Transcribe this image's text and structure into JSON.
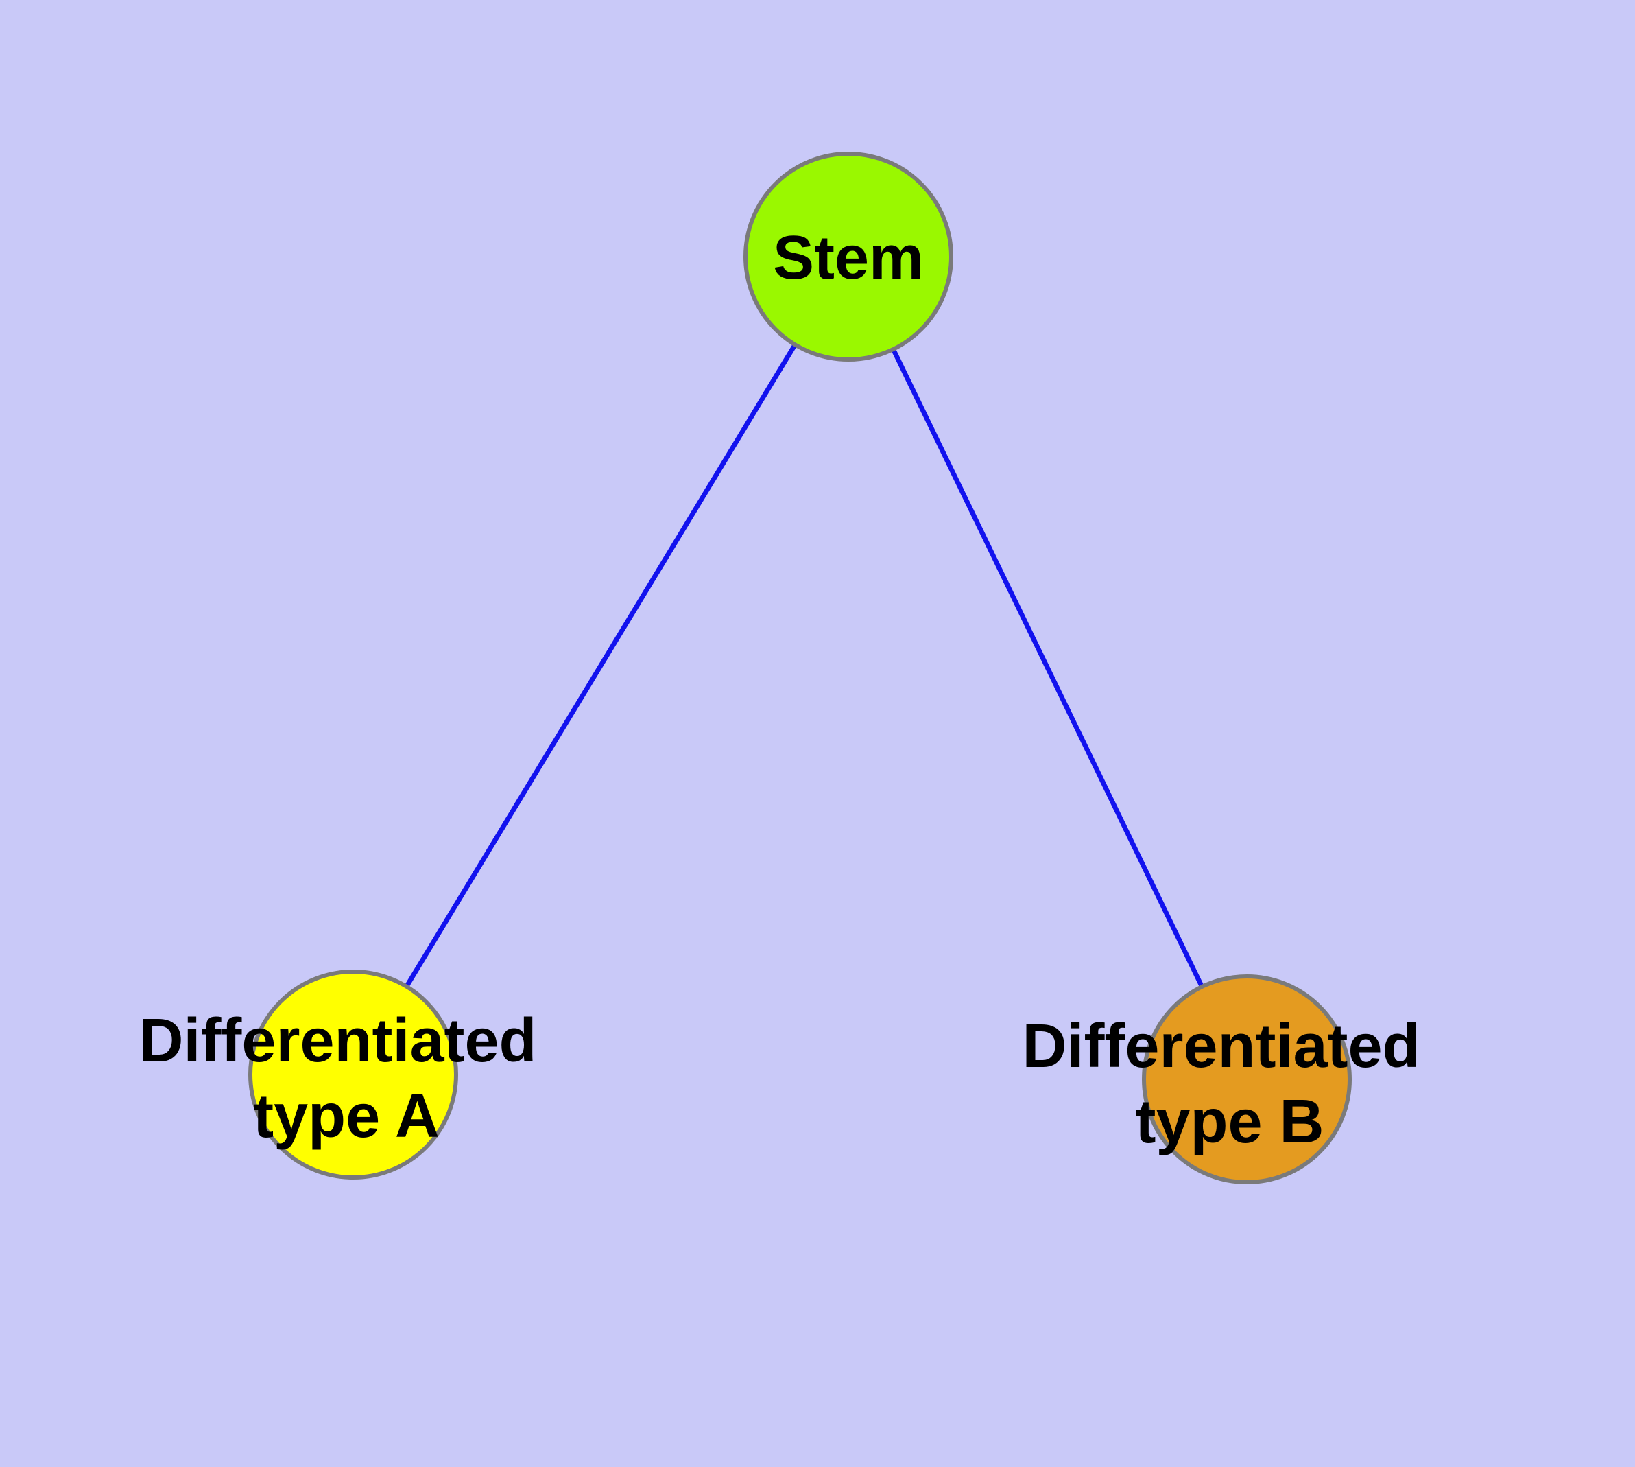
{
  "diagram": {
    "type": "graph",
    "background_color": "#C9C9F8",
    "edge_color": "#1212EE",
    "node_border_color": "#7A7A7A",
    "label_color": "#000000",
    "nodes": [
      {
        "id": "stem",
        "label": "Stem",
        "color": "#9AF800"
      },
      {
        "id": "differentiated-type-a",
        "label_line1": "Differentiated",
        "label_line2": "type A",
        "color": "#FFFF00"
      },
      {
        "id": "differentiated-type-b",
        "label_line1": "Differentiated",
        "label_line2": "type B",
        "color": "#E49B20"
      }
    ],
    "edges": [
      {
        "from": "stem",
        "to": "differentiated-type-a"
      },
      {
        "from": "stem",
        "to": "differentiated-type-b"
      }
    ]
  }
}
